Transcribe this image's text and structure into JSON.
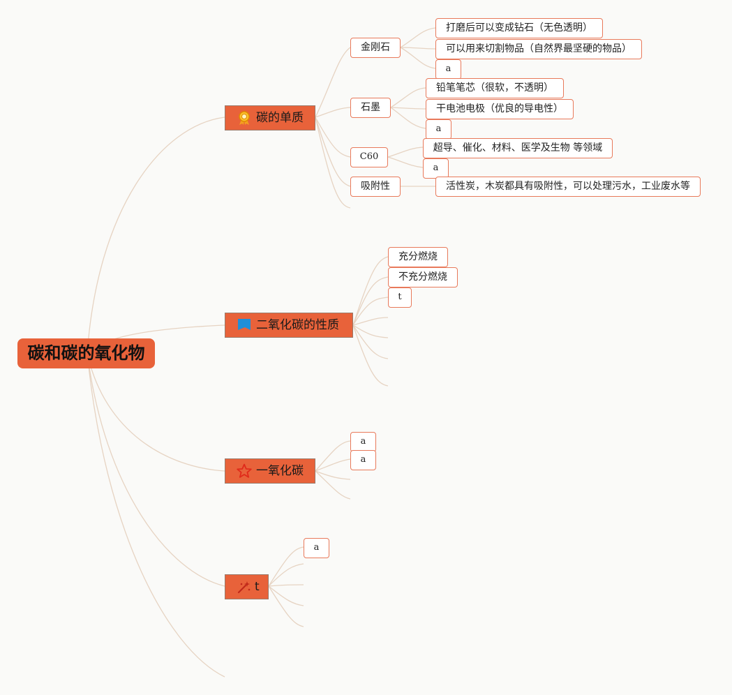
{
  "root": {
    "label": "碳和碳的氧化物"
  },
  "topics": {
    "elemental": {
      "label": "碳的单质",
      "icon": "award-ribbon-icon"
    },
    "co2": {
      "label": "二氧化碳的性质",
      "icon": "blue-flag-icon"
    },
    "co": {
      "label": "一氧化碳",
      "icon": "red-star-icon"
    },
    "t": {
      "label": "t",
      "icon": "sparkle-wand-icon"
    }
  },
  "diamond": {
    "label": "金刚石",
    "items": [
      "打磨后可以变成钻石（无色透明）",
      "可以用来切割物品（自然界最坚硬的物品）",
      "a"
    ]
  },
  "graphite": {
    "label": "石墨",
    "items": [
      "铅笔笔芯（很软，不透明）",
      "干电池电极（优良的导电性）",
      "a"
    ]
  },
  "c60": {
    "label": "C60",
    "items": [
      "超导、催化、材料、医学及生物 等领域",
      "a"
    ]
  },
  "adsorption": {
    "label": "吸附性",
    "items": [
      "活性炭，木炭都具有吸附性，可以处理污水，工业废水等"
    ]
  },
  "co2_children": [
    "充分燃烧",
    "不充分燃烧",
    "t"
  ],
  "co_children": [
    "a",
    "a"
  ],
  "t_children": [
    "a"
  ]
}
